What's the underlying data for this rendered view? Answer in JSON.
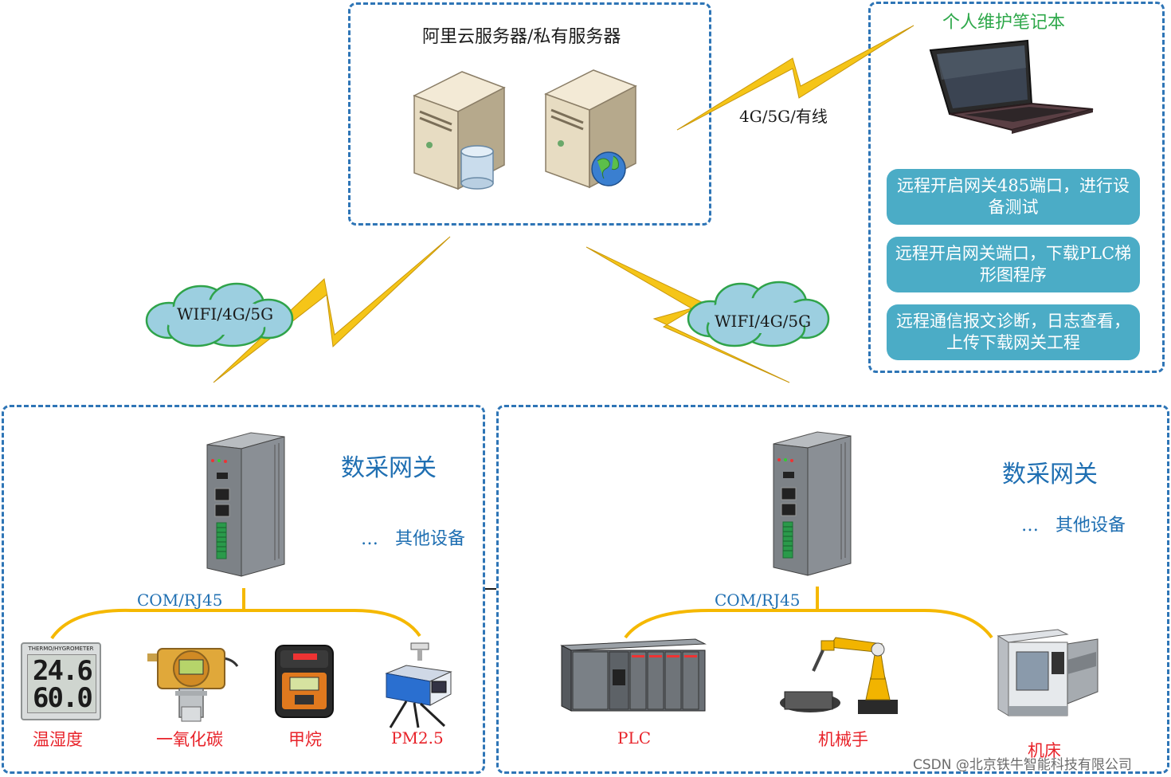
{
  "server": {
    "title": "阿里云服务器/私有服务器"
  },
  "laptop": {
    "title": "个人维护笔记本",
    "actions": [
      "远程开启网关485端口，进行设备测试",
      "远程开启网关端口，下载PLC梯形图程序",
      "远程通信报文诊断，日志查看，上传下载网关工程"
    ]
  },
  "links": {
    "server_laptop": "4G/5G/有线",
    "server_left": "WIFI/4G/5G",
    "server_right": "WIFI/4G/5G"
  },
  "left_site": {
    "gateway_label": "数采网关",
    "other_devices": "…   其他设备",
    "bus_label": "COM/RJ45",
    "devices": [
      "温湿度",
      "一氧化碳",
      "甲烷",
      "PM2.5"
    ],
    "thermo_readout": [
      "24.6",
      "60.0"
    ],
    "thermo_header": "THERMO/HYGROMETER"
  },
  "right_site": {
    "gateway_label": "数采网关",
    "other_devices": "…   其他设备",
    "bus_label": "COM/RJ45",
    "devices": [
      "PLC",
      "机械手",
      "机床"
    ]
  },
  "watermark": "CSDN @北京铁牛智能科技有限公司",
  "colors": {
    "dashed_border": "#2e75b6",
    "lightning": "#f5c518",
    "cloud": "#9ccfe0",
    "pill": "#4bacc6",
    "device_label": "#e8232a",
    "gateway_label": "#1f6fb2",
    "laptop_title": "#2ea84a"
  }
}
